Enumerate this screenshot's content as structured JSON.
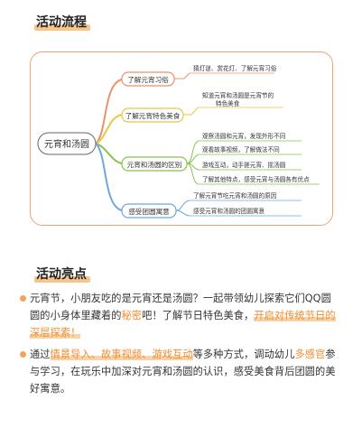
{
  "sections": {
    "flow_title": "活动流程",
    "highlights_title": "活动亮点"
  },
  "mindmap": {
    "root": "元宵和汤圆",
    "branches": [
      {
        "label": "了解元宵习俗",
        "color": "#e8926b",
        "leaves": [
          "猜灯谜、赏花灯、了解元宵习俗"
        ]
      },
      {
        "label": "了解元宵特色美食",
        "color": "#e7c84a",
        "leaves": [
          "知道元宵和汤圆是元宵节的",
          "特色美食"
        ]
      },
      {
        "label": "元宵和汤圆的区别",
        "color": "#8cc152",
        "leaves": [
          "观察汤圆和元宵，发现外形不同",
          "观看故事视频，了解做法不同",
          "游戏互动，动手搓元宵、摇汤圆",
          "了解其他特点，感受元宵与汤圆各有优点"
        ]
      },
      {
        "label": "感受团圆寓意",
        "color": "#6fa8dc",
        "leaves": [
          "了解元宵节吃元宵和汤圆的原因",
          "感受元宵和汤圆的团圆寓意"
        ]
      }
    ]
  },
  "highlights": {
    "p1": {
      "a": "元宵节，小朋友吃的是元宵还是汤圆？一起带领幼儿探索它们QQ圆圆的小身体里藏着的",
      "b": "秘密",
      "c": "吧！了解节日特色美食，",
      "d": "开启对传统节日的深层探索！"
    },
    "p2": {
      "a": "通过",
      "b": "情景导入、故事视频、游戏互动",
      "c": "等多种方式，调动幼儿",
      "d": "多感官",
      "e": "参与学习，在玩乐中加深对元宵和汤圆的认识，感受美食背后团圆的美好寓意。"
    }
  }
}
